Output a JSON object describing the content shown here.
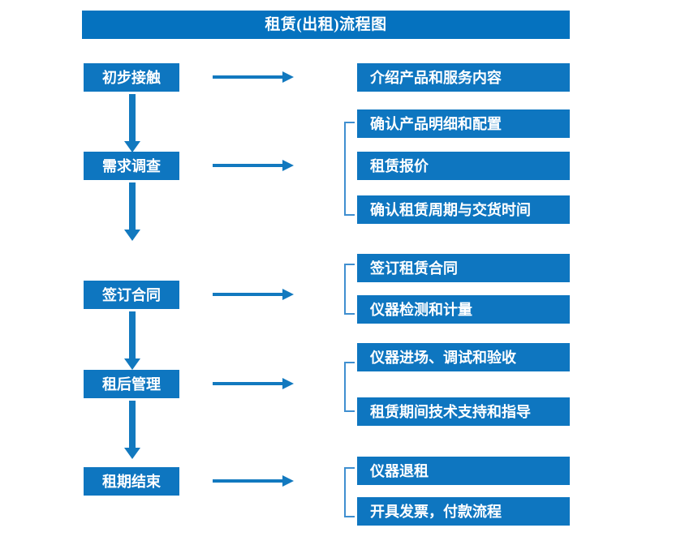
{
  "diagram": {
    "title": "租赁(出租)流程图",
    "colors": {
      "title_bar": "#0572bf",
      "box_fill": "#0e76c0",
      "box_text": "#ffffff",
      "arrow": "#1279bf",
      "bracket": "#3f8fd0"
    },
    "stages": [
      {
        "id": "stage-1",
        "label": "初步接触",
        "arrow_right_name": "arrow-right-stage-1",
        "arrow_down_name": "arrow-down-stage-1-to-2",
        "details": [
          {
            "id": "detail-1-1",
            "label": "介绍产品和服务内容"
          }
        ],
        "bracket": false
      },
      {
        "id": "stage-2",
        "label": "需求调查",
        "arrow_right_name": "arrow-right-stage-2",
        "arrow_down_name": "arrow-down-stage-2-to-3",
        "details": [
          {
            "id": "detail-2-1",
            "label": "确认产品明细和配置"
          },
          {
            "id": "detail-2-2",
            "label": "租赁报价"
          },
          {
            "id": "detail-2-3",
            "label": "确认租赁周期与交货时间"
          }
        ],
        "bracket": true
      },
      {
        "id": "stage-3",
        "label": "签订合同",
        "arrow_right_name": "arrow-right-stage-3",
        "arrow_down_name": "arrow-down-stage-3-to-4",
        "details": [
          {
            "id": "detail-3-1",
            "label": "签订租赁合同"
          },
          {
            "id": "detail-3-2",
            "label": "仪器检测和计量"
          }
        ],
        "bracket": true
      },
      {
        "id": "stage-4",
        "label": "租后管理",
        "arrow_right_name": "arrow-right-stage-4",
        "arrow_down_name": "arrow-down-stage-4-to-5",
        "details": [
          {
            "id": "detail-4-1",
            "label": "仪器进场、调试和验收"
          },
          {
            "id": "detail-4-2",
            "label": "租赁期间技术支持和指导"
          }
        ],
        "bracket": true
      },
      {
        "id": "stage-5",
        "label": "租期结束",
        "arrow_right_name": "arrow-right-stage-5",
        "arrow_down_name": null,
        "details": [
          {
            "id": "detail-5-1",
            "label": "仪器退租"
          },
          {
            "id": "detail-5-2",
            "label": "开具发票，付款流程"
          }
        ],
        "bracket": true
      }
    ]
  }
}
